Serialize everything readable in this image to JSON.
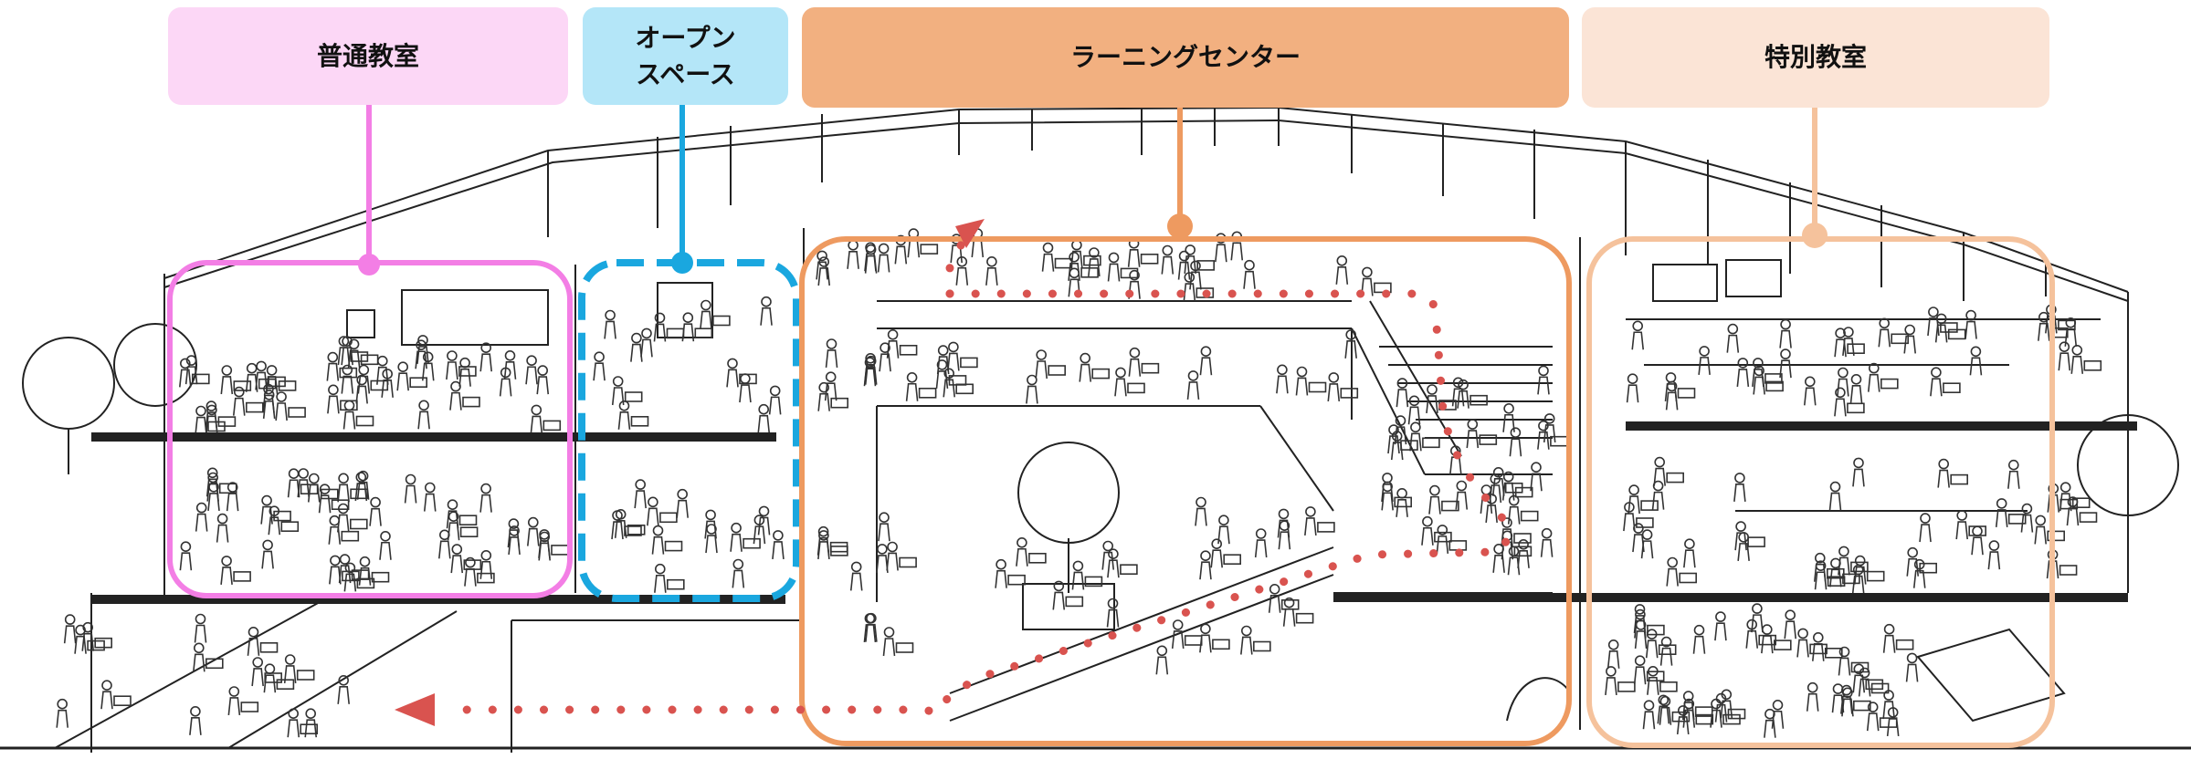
{
  "labels": {
    "general": "普通教室",
    "open": "オープン\nスペース",
    "learning": "ラーニングセンター",
    "special": "特別教室"
  },
  "colors": {
    "general": "#f37ee5",
    "general_bg": "#fcd7f6",
    "open": "#1aa7df",
    "open_bg": "#b4e6f8",
    "learning": "#ee9a60",
    "learning_bg": "#f2b080",
    "special": "#f5c29c",
    "special_bg": "#fbe4d6",
    "route": "#d9534f",
    "sketch": "#222222"
  },
  "route": {
    "style": "dotted",
    "arrow": "left"
  }
}
